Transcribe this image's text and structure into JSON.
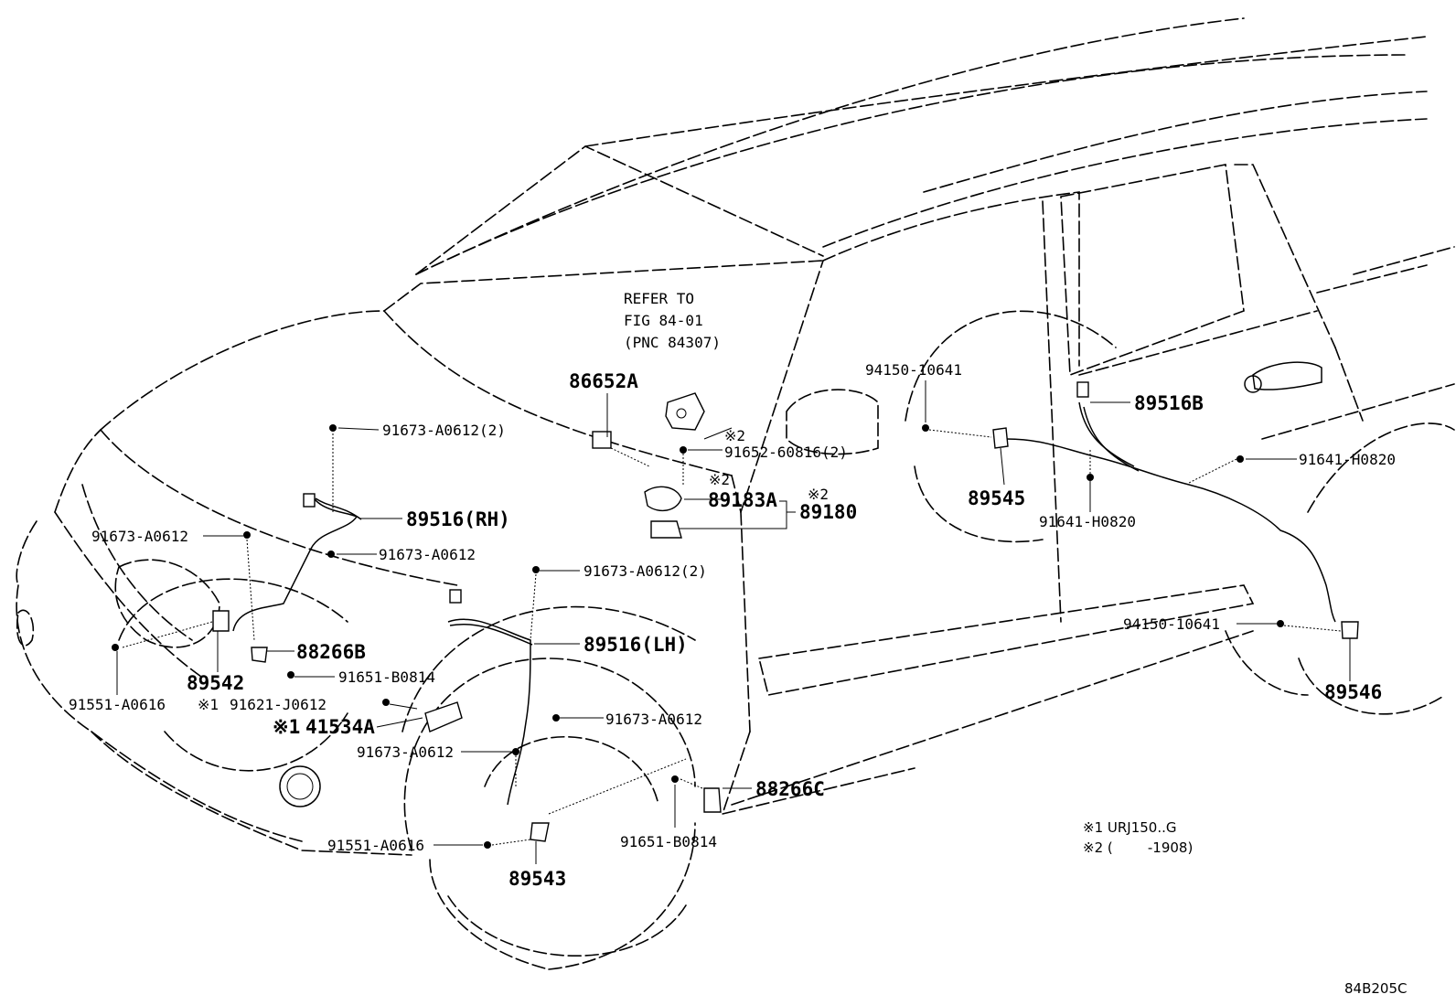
{
  "diagram": {
    "figure_code": "84B205C",
    "refer_note": {
      "line1": "REFER TO",
      "line2": "FIG 84-01",
      "line3": "(PNC 84307)"
    },
    "labels": {
      "p86652A": "86652A",
      "p91673_top": "91673-A0612(2)",
      "p91652": "91652-60816(2)",
      "mark_91652": "※2",
      "p89183A": "89183A",
      "mark_89183A": "※2",
      "p89180": "89180",
      "mark_89180": "※2",
      "p89516RH": "89516(RH)",
      "p91673_left": "91673-A0612",
      "p91673_mid": "91673-A0612",
      "p91673_lh2": "91673-A0612(2)",
      "p89516LH": "89516(LH)",
      "p88266B": "88266B",
      "p91651_a": "91651-B0814",
      "mark_91621": "※1",
      "p91621": "91621-J0612",
      "mark_41534A": "※1",
      "p41534A": "41534A",
      "p91673_lh_side": "91673-A0612",
      "p91673_lh_low": "91673-A0612",
      "p89542": "89542",
      "p91551_left": "91551-A0616",
      "p91551_low": "91551-A0616",
      "p89543": "89543",
      "p88266C": "88266C",
      "p91651_b": "91651-B0814",
      "p94150_top": "94150-10641",
      "p89516B": "89516B",
      "p89545": "89545",
      "p91641_low": "91641-H0820",
      "p91641_right": "91641-H0820",
      "p94150_right": "94150-10641",
      "p89546": "89546"
    },
    "notes": {
      "note1": "※1 URJ150..G",
      "note2": "※2 (        -1908)"
    }
  }
}
